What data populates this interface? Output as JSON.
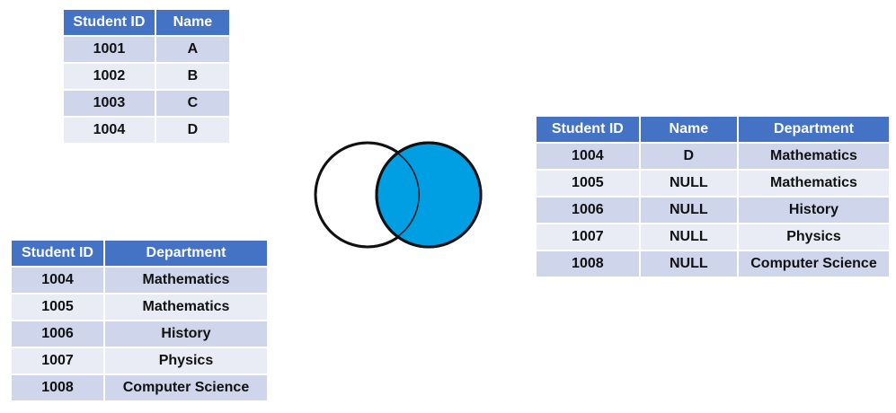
{
  "students_table": {
    "headers": [
      "Student ID",
      "Name"
    ],
    "rows": [
      [
        "1001",
        "A"
      ],
      [
        "1002",
        "B"
      ],
      [
        "1003",
        "C"
      ],
      [
        "1004",
        "D"
      ]
    ]
  },
  "departments_table": {
    "headers": [
      "Student ID",
      "Department"
    ],
    "rows": [
      [
        "1004",
        "Mathematics"
      ],
      [
        "1005",
        "Mathematics"
      ],
      [
        "1006",
        "History"
      ],
      [
        "1007",
        "Physics"
      ],
      [
        "1008",
        "Computer Science"
      ]
    ]
  },
  "result_table": {
    "headers": [
      "Student ID",
      "Name",
      "Department"
    ],
    "rows": [
      [
        "1004",
        "D",
        "Mathematics"
      ],
      [
        "1005",
        "NULL",
        "Mathematics"
      ],
      [
        "1006",
        "NULL",
        "History"
      ],
      [
        "1007",
        "NULL",
        "Physics"
      ],
      [
        "1008",
        "NULL",
        "Computer Science"
      ]
    ]
  },
  "venn": {
    "left_set": "students_table",
    "right_set": "departments_table",
    "highlighted": "right",
    "highlight_color": "#009fe3",
    "header_color": "#4472c4",
    "row_color_odd": "#cfd5ea",
    "row_color_even": "#e9ebf5"
  }
}
